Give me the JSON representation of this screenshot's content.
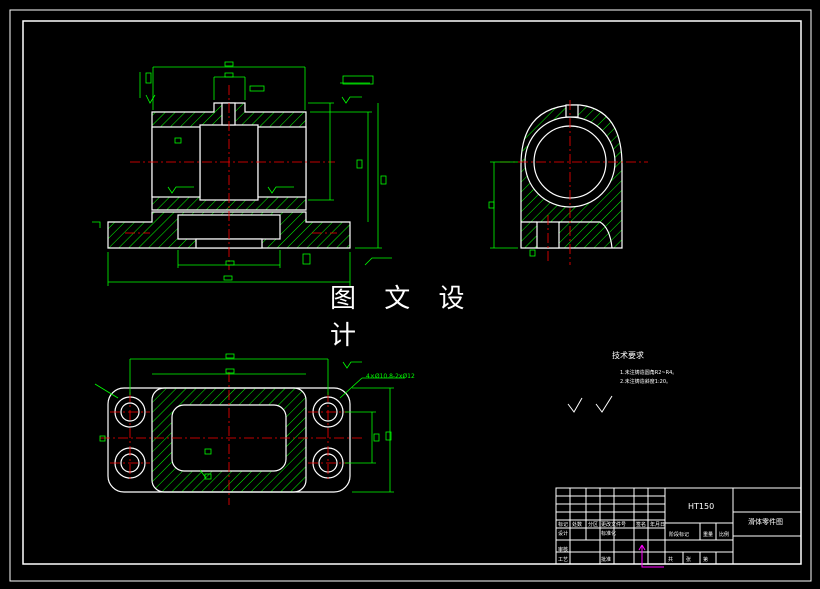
{
  "watermark": "图 文 设 计",
  "tech_requirements": {
    "title": "技术要求",
    "line1": "1.未注铸造圆角R2~R4。",
    "line2": "2.未注铸造斜度1:20。"
  },
  "title_block": {
    "material": "HT150",
    "part_name": "滑体零件图",
    "cells": [
      "标记",
      "处数",
      "分区",
      "更改文件号",
      "签名",
      "年月日",
      "设计",
      "标准化",
      "阶段标记",
      "重量",
      "比例",
      "审核",
      "工艺",
      "批准",
      "共",
      "张",
      "第"
    ]
  },
  "annotations": {
    "thread_note": "4×Ø10.8-2xØ12"
  },
  "colors": {
    "border": "#ffffff",
    "outline": "#ffffff",
    "dimension": "#00ff00",
    "centerline": "#ff0000",
    "hatch": "#00ff00",
    "marker": "#ff00ff"
  }
}
